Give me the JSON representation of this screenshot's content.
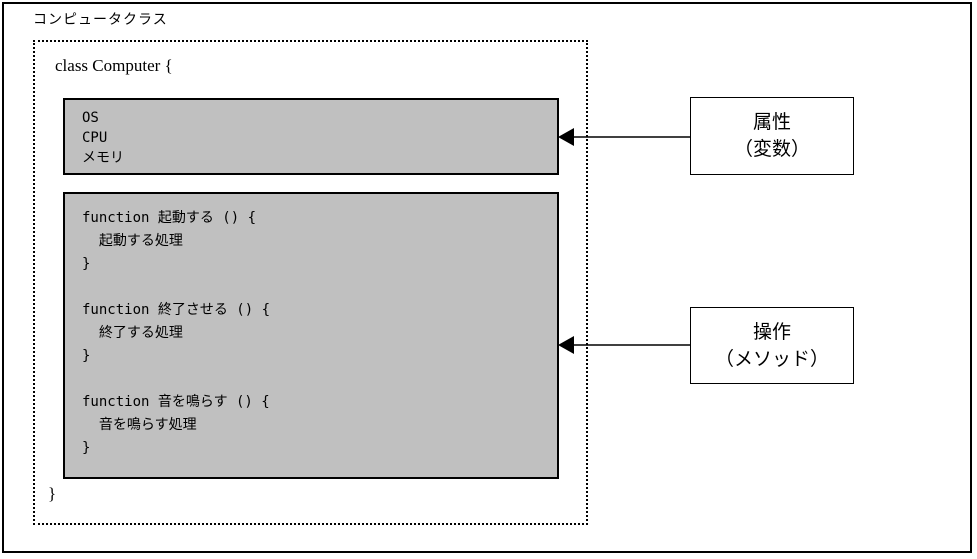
{
  "diagram": {
    "title": "コンピュータクラス",
    "class_declaration": {
      "open": "class Computer {",
      "close": "}"
    },
    "attributes_box": {
      "code": "OS\nCPU\nメモリ"
    },
    "methods_box": {
      "code": "function 起動する () {\n  起動する処理\n}\n\nfunction 終了させる () {\n  終了する処理\n}\n\nfunction 音を鳴らす () {\n  音を鳴らす処理\n}"
    },
    "annotations": [
      {
        "title": "属性",
        "subtitle": "（変数）"
      },
      {
        "title": "操作",
        "subtitle": "（メソッド）"
      }
    ],
    "colors": {
      "member_box_fill": "#c0c0c0",
      "line": "#000000",
      "background": "#ffffff"
    }
  }
}
